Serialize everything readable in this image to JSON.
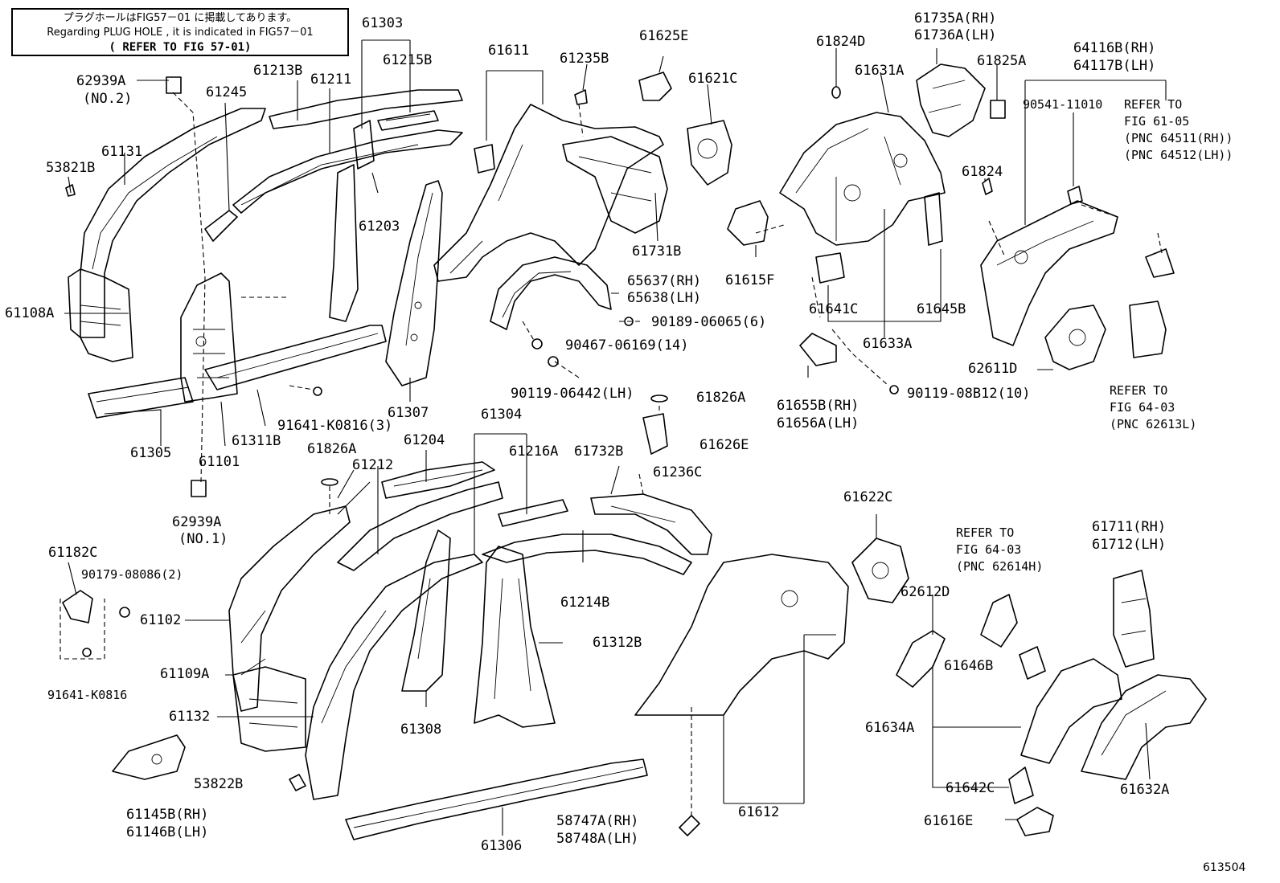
{
  "note": {
    "line1": "プラグホールはFIG57－01 に掲載してあります。",
    "line2": "Regarding PLUG HOLE , it is indicated in FIG57－01",
    "line3": "( REFER TO FIG 57-01)"
  },
  "figure_number": "613504",
  "labels": {
    "p62939A_top": "62939A",
    "no2": "(NO.2)",
    "p53821B": "53821B",
    "p61131": "61131",
    "p61108A": "61108A",
    "p61245": "61245",
    "p61213B": "61213B",
    "p61211": "61211",
    "p61303": "61303",
    "p61215B": "61215B",
    "p61203": "61203",
    "p61305": "61305",
    "p61101": "61101",
    "p61311B": "61311B",
    "p91641_K0816_3": "91641-K0816(3)",
    "p61307": "61307",
    "p62939A_bot": "62939A",
    "no1": "(NO.1)",
    "p61611": "61611",
    "p61235B": "61235B",
    "p61625E": "61625E",
    "p61621C": "61621C",
    "p61731B": "61731B",
    "p65637": "65637(RH)",
    "p65638": "65638(LH)",
    "p90189": "90189-06065(6)",
    "p90467": "90467-06169(14)",
    "p90119_LH": "90119-06442(LH)",
    "p61824D": "61824D",
    "p61631A": "61631A",
    "p61735A": "61735A(RH)",
    "p61736A": "61736A(LH)",
    "p61825A": "61825A",
    "p61824": "61824",
    "p61615F": "61615F",
    "p61641C": "61641C",
    "p61645B": "61645B",
    "p61633A": "61633A",
    "p61655B": "61655B(RH)",
    "p61656A": "61656A(LH)",
    "p90119_08B12": "90119-08B12(10)",
    "p61826A_r": "61826A",
    "p61626E": "61626E",
    "p64116B": "64116B(RH)",
    "p64117B": "64117B(LH)",
    "p90541": "90541-11010",
    "ref_6105_1": "REFER TO",
    "ref_6105_2": "FIG 61-05",
    "ref_6105_3": "(PNC 64511(RH))",
    "ref_6105_4": "(PNC 64512(LH))",
    "p62611D": "62611D",
    "ref_6403a_1": "REFER TO",
    "ref_6403a_2": "FIG 64-03",
    "ref_6403a_3": "(PNC 62613L)",
    "p61304": "61304",
    "p61204": "61204",
    "p61826A_l": "61826A",
    "p61212": "61212",
    "p61216A": "61216A",
    "p61732B": "61732B",
    "p61236C": "61236C",
    "p61182C": "61182C",
    "p90179": "90179-08086(2)",
    "p61102": "61102",
    "p91641_K0816": "91641-K0816",
    "p61109A": "61109A",
    "p61132": "61132",
    "p61145B": "61145B(RH)",
    "p61146B": "61146B(LH)",
    "p53822B": "53822B",
    "p61308": "61308",
    "p61214B": "61214B",
    "p61312B": "61312B",
    "p61306": "61306",
    "p58747A": "58747A(RH)",
    "p58748A": "58748A(LH)",
    "p61612": "61612",
    "p61622C": "61622C",
    "p62612D": "62612D",
    "ref_6403b_1": "REFER TO",
    "ref_6403b_2": "FIG 64-03",
    "ref_6403b_3": "(PNC 62614H)",
    "p61711": "61711(RH)",
    "p61712": "61712(LH)",
    "p61646B": "61646B",
    "p61634A": "61634A",
    "p61642C": "61642C",
    "p61632A": "61632A",
    "p61616E": "61616E"
  }
}
